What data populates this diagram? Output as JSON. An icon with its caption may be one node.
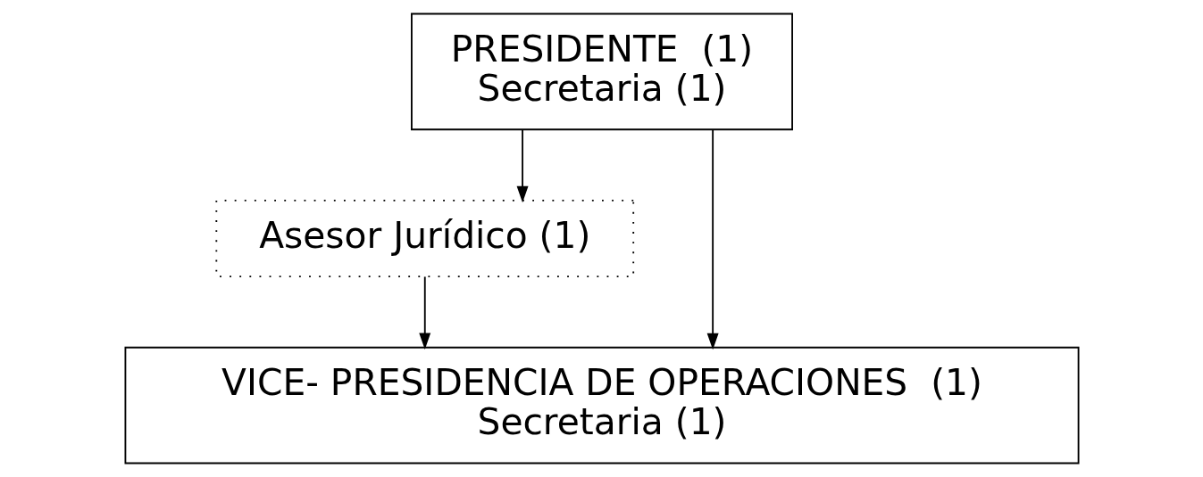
{
  "diagram": {
    "nodes": [
      {
        "text": [
          "PRESIDENTE  (1)",
          "Secretaria (1)"
        ]
      },
      {
        "text": [
          "Asesor Jurídico (1)"
        ]
      },
      {
        "text": [
          "VICE- PRESIDENCIA DE OPERACIONES  (1)",
          "Secretaria (1)"
        ]
      }
    ],
    "edges": [
      {
        "from": 0,
        "to": 1,
        "arrow": "to"
      },
      {
        "from": 0,
        "to": 2,
        "arrow": "to"
      },
      {
        "from": 1,
        "to": 2,
        "arrow": "to"
      }
    ]
  }
}
